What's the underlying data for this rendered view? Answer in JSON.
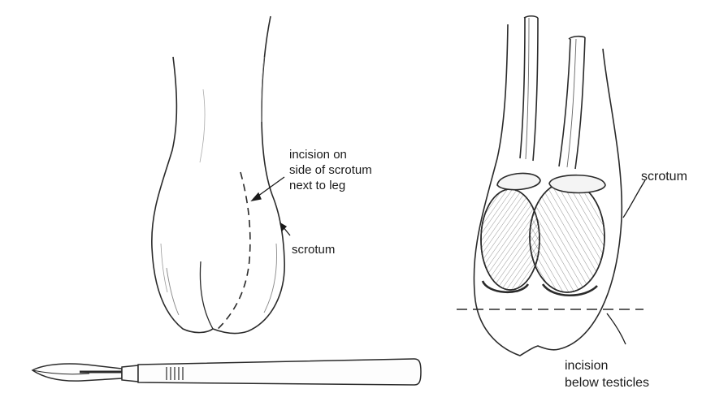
{
  "left_panel": {
    "incision_label": [
      "incision on",
      "side of scrotum",
      "next to leg"
    ],
    "scrotum_label": "scrotum"
  },
  "right_panel": {
    "scrotum_label": "scrotum",
    "incision_label": [
      "incision",
      "below testicles"
    ]
  },
  "icons": {
    "scalpel": "scalpel-icon"
  }
}
